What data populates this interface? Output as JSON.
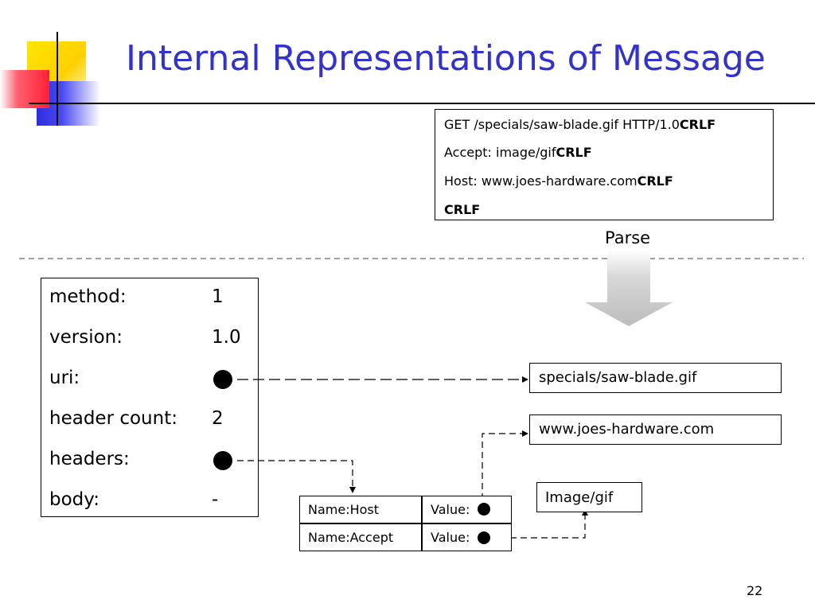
{
  "title": "Internal Representations of Message",
  "request": {
    "lines": [
      {
        "text": "GET /specials/saw-blade.gif HTTP/1.0",
        "terminator": "CRLF"
      },
      {
        "text": "Accept: image/gif",
        "terminator": "CRLF"
      },
      {
        "text": "Host: www.joes-hardware.com",
        "terminator": "CRLF"
      },
      {
        "text": "",
        "terminator": "CRLF"
      }
    ]
  },
  "parse_label": "Parse",
  "struct": {
    "fields": [
      {
        "name": "method:",
        "value": "1"
      },
      {
        "name": "version:",
        "value": "1.0"
      },
      {
        "name": "uri:",
        "value": ""
      },
      {
        "name": "header count:",
        "value": "2"
      },
      {
        "name": "headers:",
        "value": ""
      },
      {
        "name": "body:",
        "value": "-"
      }
    ]
  },
  "uri_value": "specials/saw-blade.gif",
  "host_value": "www.joes-hardware.com",
  "accept_value": "Image/gif",
  "headers": [
    {
      "name": "Name:Host",
      "value_label": "Value:"
    },
    {
      "name": "Name:Accept",
      "value_label": "Value:"
    }
  ],
  "page_number": "22",
  "colors": {
    "title": "#3333cc",
    "logo_yellow": "#ffd700",
    "logo_blue": "#3333ee",
    "logo_red": "#ff3344",
    "arrow_gray": "#c8c8c8"
  }
}
